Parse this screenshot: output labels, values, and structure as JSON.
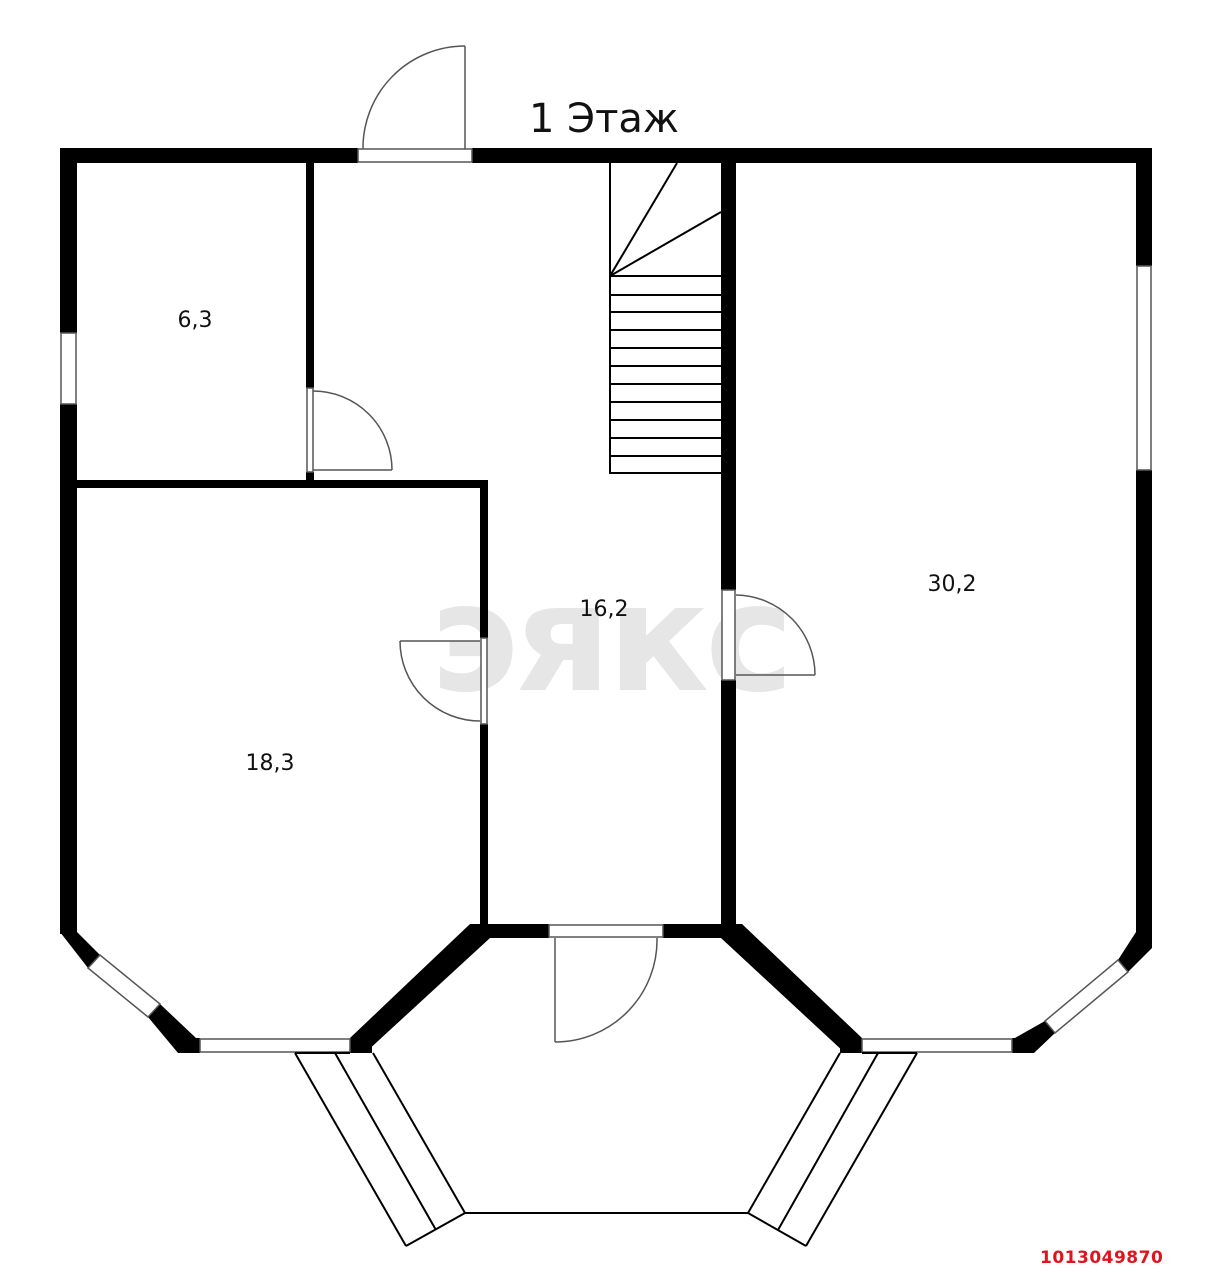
{
  "plan": {
    "title": "1 Этаж",
    "watermark": "эякс",
    "rooms": [
      {
        "id": "storage",
        "area": "6,3"
      },
      {
        "id": "hall",
        "area": "16,2"
      },
      {
        "id": "living-room",
        "area": "30,2"
      },
      {
        "id": "bedroom",
        "area": "18,3"
      }
    ],
    "features": {
      "staircase": "winder-stair",
      "terrace": "bay-terrace-with-steps"
    }
  },
  "footer": {
    "listing_id": "1013049870"
  },
  "colors": {
    "walls": "#000000",
    "background": "#ffffff",
    "watermark": "#e6e6e6",
    "listing_id": "#e0141e"
  }
}
